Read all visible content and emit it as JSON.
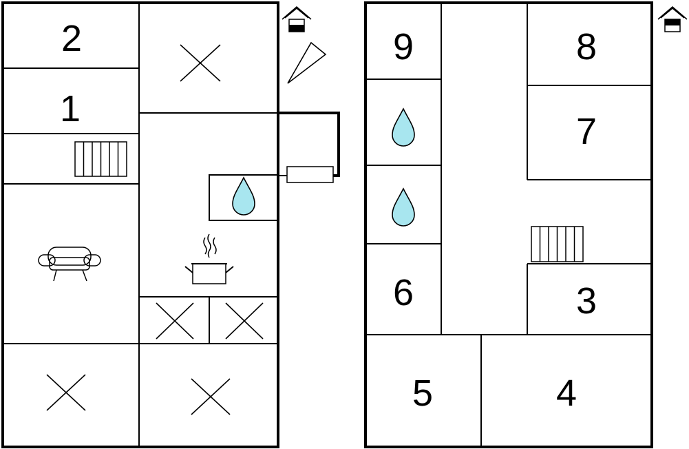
{
  "floor_plan": {
    "rooms": [
      {
        "id": "room-1",
        "label": "1"
      },
      {
        "id": "room-2",
        "label": "2"
      },
      {
        "id": "room-3",
        "label": "3"
      },
      {
        "id": "room-4",
        "label": "4"
      },
      {
        "id": "room-5",
        "label": "5"
      },
      {
        "id": "room-6",
        "label": "6"
      },
      {
        "id": "room-7",
        "label": "7"
      },
      {
        "id": "room-8",
        "label": "8"
      },
      {
        "id": "room-9",
        "label": "9"
      }
    ],
    "icons": {
      "entrance": "house-entrance-icon",
      "compass": "north-arrow-icon",
      "bath": "water-drop-icon",
      "heating": "radiator-icon",
      "sofa": "sofa-icon",
      "kitchen": "cooking-pot-icon",
      "unused": "cross-icon"
    },
    "colors": {
      "walls": "#000000",
      "water": "#a8e6ef",
      "background": "#ffffff"
    }
  }
}
